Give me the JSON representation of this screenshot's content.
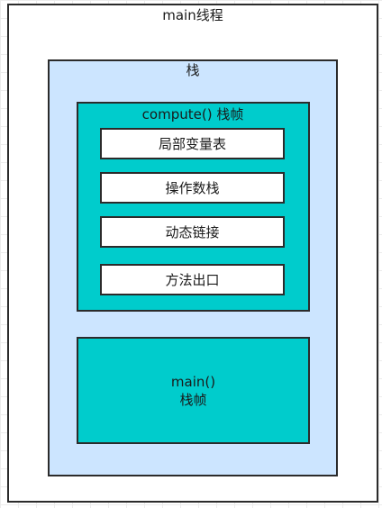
{
  "diagram": {
    "thread_label": "main线程",
    "stack_label": "栈",
    "compute_frame": {
      "title": "compute() 栈帧",
      "items": [
        "局部变量表",
        "操作数栈",
        "动态链接",
        "方法出口"
      ]
    },
    "main_frame": {
      "line1": "main()",
      "line2": "栈帧"
    }
  },
  "colors": {
    "stack_fill": "#cce5ff",
    "frame_fill": "#00cccc",
    "item_fill": "#ffffff",
    "border": "#2b2b2b"
  }
}
